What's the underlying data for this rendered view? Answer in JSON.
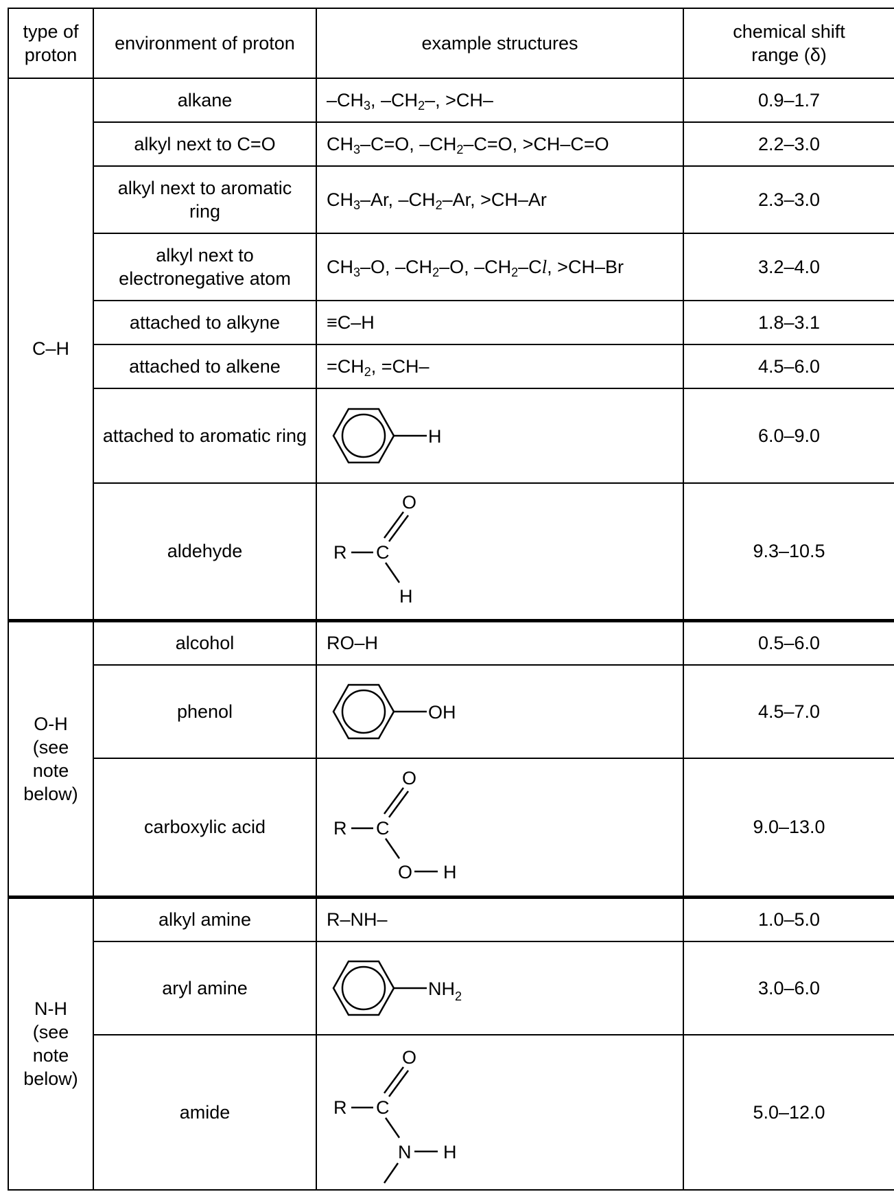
{
  "header": {
    "type_line1": "type of",
    "type_line2": "proton",
    "environment": "environment of proton",
    "examples": "example structures",
    "shift_line1": "chemical shift",
    "shift_line2": "range (δ)"
  },
  "groups": {
    "ch": {
      "label": "C–H"
    },
    "oh": {
      "label_line1": "O-H",
      "label_line2": "(see",
      "label_line3": "note",
      "label_line4": "below)"
    },
    "nh": {
      "label_line1": "N-H",
      "label_line2": "(see",
      "label_line3": "note",
      "label_line4": "below)"
    }
  },
  "rows": {
    "alkane": {
      "env": "alkane",
      "shift": "0.9–1.7"
    },
    "alkyl_co": {
      "env": "alkyl next to C=O",
      "shift": "2.2–3.0"
    },
    "alkyl_ar": {
      "env_line1": "alkyl next to aromatic",
      "env_line2": "ring",
      "shift": "2.3–3.0"
    },
    "alkyl_en": {
      "env_line1": "alkyl next to",
      "env_line2": "electronegative atom",
      "shift": "3.2–4.0"
    },
    "alkyne": {
      "env": "attached to alkyne",
      "example": "≡C–H",
      "shift": "1.8–3.1"
    },
    "alkene": {
      "env": "attached to alkene",
      "shift": "4.5–6.0"
    },
    "aromatic": {
      "env": "attached to aromatic ring",
      "shift": "6.0–9.0"
    },
    "aldehyde": {
      "env": "aldehyde",
      "shift": "9.3–10.5"
    },
    "alcohol": {
      "env": "alcohol",
      "example": "RO–H",
      "shift": "0.5–6.0"
    },
    "phenol": {
      "env": "phenol",
      "shift": "4.5–7.0"
    },
    "carboxylic": {
      "env": "carboxylic acid",
      "shift": "9.0–13.0"
    },
    "alkyl_amine": {
      "env": "alkyl amine",
      "example": "R–NH–",
      "shift": "1.0–5.0"
    },
    "aryl_amine": {
      "env": "aryl amine",
      "shift": "3.0–6.0"
    },
    "amide": {
      "env": "amide",
      "shift": "5.0–12.0"
    }
  },
  "chem": {
    "H": "H",
    "O": "O",
    "R": "R",
    "C": "C",
    "N": "N",
    "OH": "OH",
    "NH": "NH",
    "two": "2",
    "alkane_a": "–CH",
    "alkane_b": ", –CH",
    "alkane_c": "–, >CH–",
    "co_a": "CH",
    "co_b": "–C=O, –CH",
    "co_c": "–C=O, >CH–C=O",
    "ar_a": "CH",
    "ar_b": "–Ar, –CH",
    "ar_c": "–Ar, >CH–Ar",
    "en_a": "CH",
    "en_b": "–O, –CH",
    "en_c": "–O, –CH",
    "en_d": "–C",
    "en_l": "l",
    "en_e": ", >CH–Br",
    "ene_a": "=CH",
    "ene_b": ", =CH–"
  }
}
